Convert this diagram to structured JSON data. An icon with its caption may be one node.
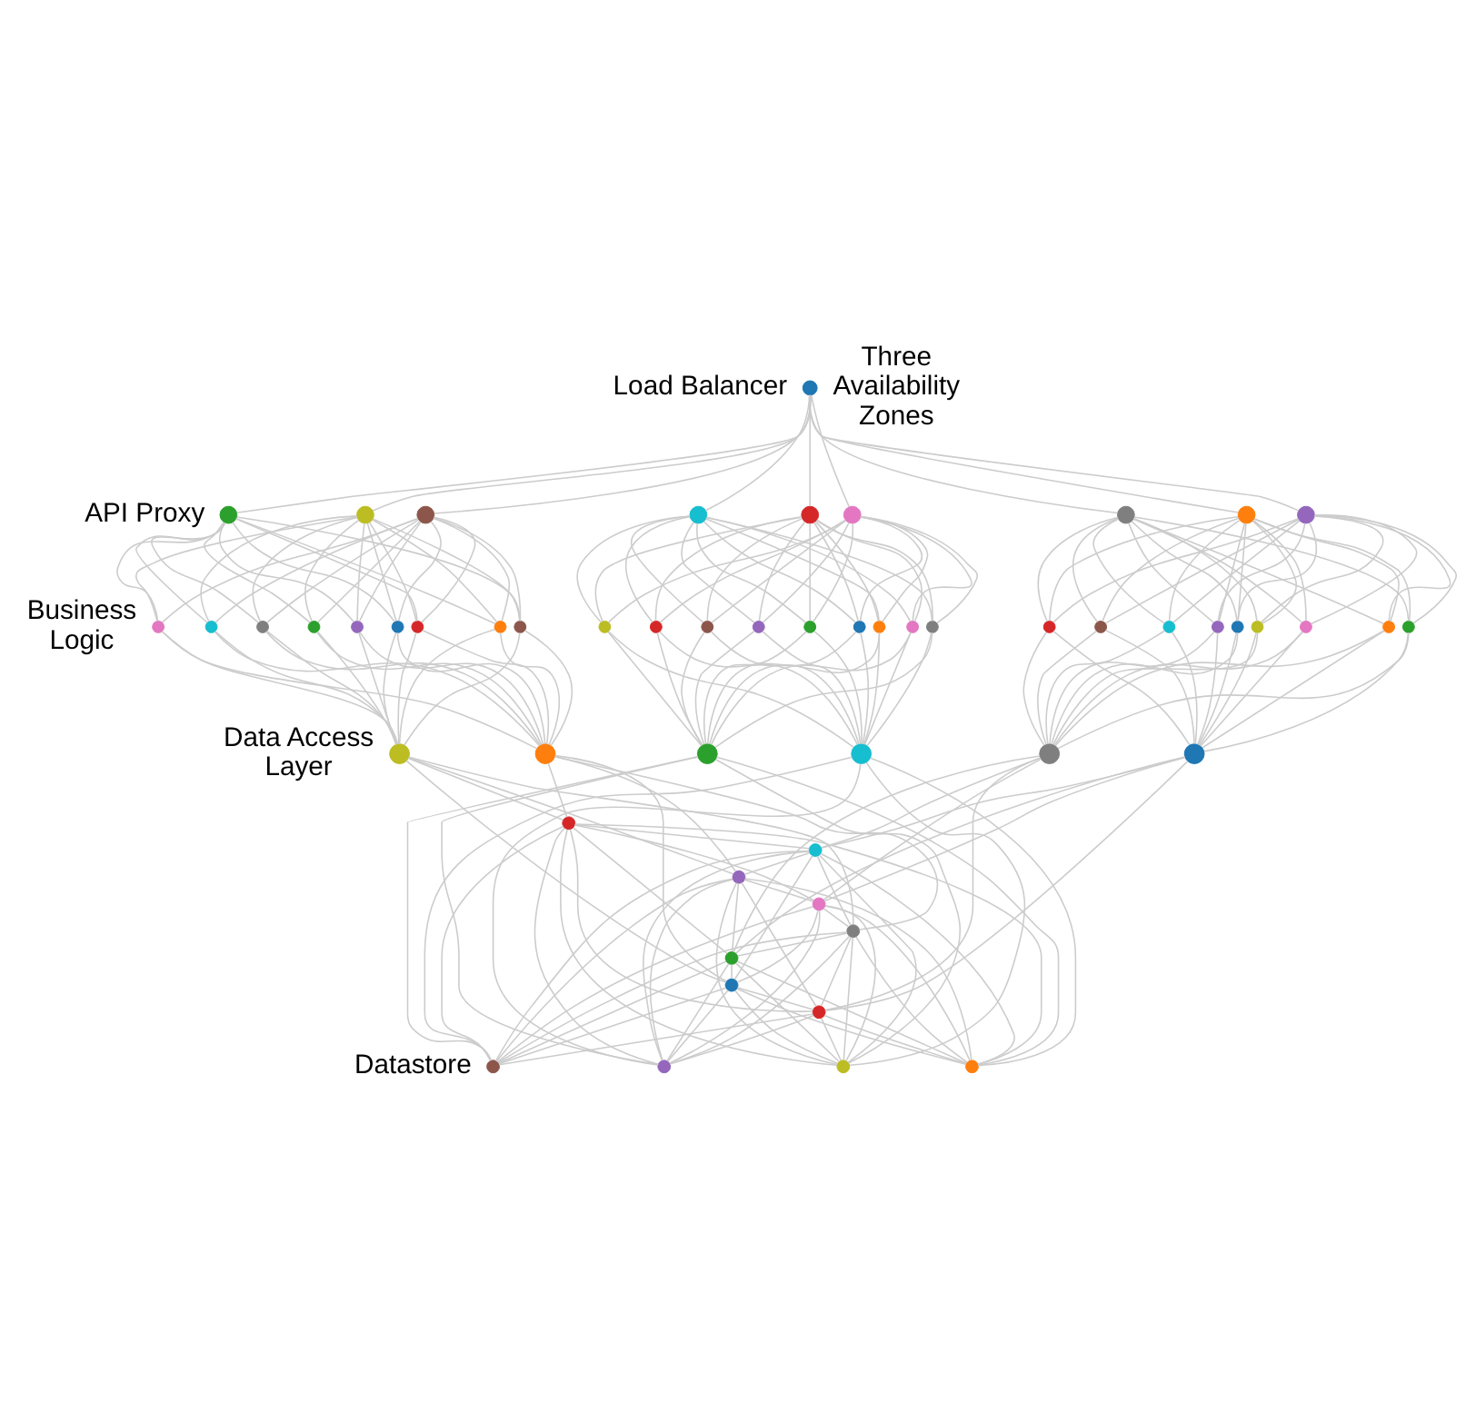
{
  "diagram": {
    "nodes": [
      {
        "text": [],
        "shape": "circle"
      },
      {
        "text": [],
        "shape": "circle"
      },
      {
        "text": [],
        "shape": "circle"
      },
      {
        "text": [],
        "shape": "circle"
      },
      {
        "text": [],
        "shape": "circle"
      },
      {
        "text": [],
        "shape": "circle"
      },
      {
        "text": [],
        "shape": "circle"
      },
      {
        "text": [],
        "shape": "circle"
      },
      {
        "text": [],
        "shape": "circle"
      },
      {
        "text": [],
        "shape": "circle"
      },
      {
        "text": [],
        "shape": "circle"
      },
      {
        "text": [],
        "shape": "circle"
      },
      {
        "text": [],
        "shape": "circle"
      },
      {
        "text": [],
        "shape": "circle"
      },
      {
        "text": [],
        "shape": "circle"
      },
      {
        "text": [],
        "shape": "circle"
      },
      {
        "text": [],
        "shape": "circle"
      },
      {
        "text": [],
        "shape": "circle"
      },
      {
        "text": [],
        "shape": "circle"
      },
      {
        "text": [],
        "shape": "circle"
      },
      {
        "text": [],
        "shape": "circle"
      },
      {
        "text": [],
        "shape": "circle"
      },
      {
        "text": [],
        "shape": "circle"
      },
      {
        "text": [],
        "shape": "circle"
      },
      {
        "text": [],
        "shape": "circle"
      },
      {
        "text": [],
        "shape": "circle"
      },
      {
        "text": [],
        "shape": "circle"
      },
      {
        "text": [],
        "shape": "circle"
      },
      {
        "text": [],
        "shape": "circle"
      },
      {
        "text": [],
        "shape": "circle"
      },
      {
        "text": [],
        "shape": "circle"
      },
      {
        "text": [],
        "shape": "circle"
      },
      {
        "text": [],
        "shape": "circle"
      },
      {
        "text": [],
        "shape": "circle"
      },
      {
        "text": [],
        "shape": "circle"
      },
      {
        "text": [],
        "shape": "circle"
      },
      {
        "text": [],
        "shape": "circle"
      },
      {
        "text": [],
        "shape": "circle"
      },
      {
        "text": [],
        "shape": "circle"
      },
      {
        "text": [],
        "shape": "circle"
      },
      {
        "text": [],
        "shape": "circle"
      },
      {
        "text": [],
        "shape": "circle"
      },
      {
        "text": [],
        "shape": "circle"
      },
      {
        "text": [],
        "shape": "circle"
      },
      {
        "text": [],
        "shape": "circle"
      },
      {
        "text": [],
        "shape": "circle"
      },
      {
        "text": [],
        "shape": "circle"
      },
      {
        "text": [],
        "shape": "circle"
      },
      {
        "text": [],
        "shape": "circle"
      },
      {
        "text": [],
        "shape": "circle"
      },
      {
        "text": [],
        "shape": "circle"
      },
      {
        "text": [],
        "shape": "circle"
      },
      {
        "text": [],
        "shape": "circle"
      },
      {
        "text": [],
        "shape": "circle"
      },
      {
        "text": [],
        "shape": "circle"
      }
    ],
    "edges": [
      {
        "from": 0,
        "to": 1,
        "arrow": "none"
      },
      {
        "from": 0,
        "to": 2,
        "arrow": "none"
      },
      {
        "from": 0,
        "to": 3,
        "arrow": "none"
      },
      {
        "from": 0,
        "to": 4,
        "arrow": "none"
      },
      {
        "from": 0,
        "to": 5,
        "arrow": "none"
      },
      {
        "from": 0,
        "to": 6,
        "arrow": "none"
      },
      {
        "from": 0,
        "to": 7,
        "arrow": "none"
      },
      {
        "from": 0,
        "to": 8,
        "arrow": "none"
      },
      {
        "from": 0,
        "to": 9,
        "arrow": "none"
      },
      {
        "from": 1,
        "to": 10,
        "arrow": "none"
      },
      {
        "from": 1,
        "to": 11,
        "arrow": "none"
      },
      {
        "from": 1,
        "to": 12,
        "arrow": "none"
      },
      {
        "from": 1,
        "to": 13,
        "arrow": "none"
      },
      {
        "from": 1,
        "to": 14,
        "arrow": "none"
      },
      {
        "from": 1,
        "to": 15,
        "arrow": "none"
      },
      {
        "from": 1,
        "to": 16,
        "arrow": "none"
      },
      {
        "from": 1,
        "to": 17,
        "arrow": "none"
      },
      {
        "from": 1,
        "to": 18,
        "arrow": "none"
      },
      {
        "from": 2,
        "to": 10,
        "arrow": "none"
      },
      {
        "from": 2,
        "to": 11,
        "arrow": "none"
      },
      {
        "from": 2,
        "to": 12,
        "arrow": "none"
      },
      {
        "from": 2,
        "to": 13,
        "arrow": "none"
      },
      {
        "from": 2,
        "to": 14,
        "arrow": "none"
      },
      {
        "from": 2,
        "to": 15,
        "arrow": "none"
      },
      {
        "from": 2,
        "to": 16,
        "arrow": "none"
      },
      {
        "from": 2,
        "to": 17,
        "arrow": "none"
      },
      {
        "from": 2,
        "to": 18,
        "arrow": "none"
      },
      {
        "from": 3,
        "to": 10,
        "arrow": "none"
      },
      {
        "from": 3,
        "to": 11,
        "arrow": "none"
      },
      {
        "from": 3,
        "to": 12,
        "arrow": "none"
      },
      {
        "from": 3,
        "to": 13,
        "arrow": "none"
      },
      {
        "from": 3,
        "to": 14,
        "arrow": "none"
      },
      {
        "from": 3,
        "to": 15,
        "arrow": "none"
      },
      {
        "from": 3,
        "to": 16,
        "arrow": "none"
      },
      {
        "from": 3,
        "to": 17,
        "arrow": "none"
      },
      {
        "from": 3,
        "to": 18,
        "arrow": "none"
      },
      {
        "from": 4,
        "to": 19,
        "arrow": "none"
      },
      {
        "from": 4,
        "to": 20,
        "arrow": "none"
      },
      {
        "from": 4,
        "to": 21,
        "arrow": "none"
      },
      {
        "from": 4,
        "to": 22,
        "arrow": "none"
      },
      {
        "from": 4,
        "to": 23,
        "arrow": "none"
      },
      {
        "from": 4,
        "to": 24,
        "arrow": "none"
      },
      {
        "from": 4,
        "to": 25,
        "arrow": "none"
      },
      {
        "from": 4,
        "to": 26,
        "arrow": "none"
      },
      {
        "from": 4,
        "to": 27,
        "arrow": "none"
      },
      {
        "from": 5,
        "to": 19,
        "arrow": "none"
      },
      {
        "from": 5,
        "to": 20,
        "arrow": "none"
      },
      {
        "from": 5,
        "to": 21,
        "arrow": "none"
      },
      {
        "from": 5,
        "to": 22,
        "arrow": "none"
      },
      {
        "from": 5,
        "to": 23,
        "arrow": "none"
      },
      {
        "from": 5,
        "to": 24,
        "arrow": "none"
      },
      {
        "from": 5,
        "to": 25,
        "arrow": "none"
      },
      {
        "from": 5,
        "to": 26,
        "arrow": "none"
      },
      {
        "from": 5,
        "to": 27,
        "arrow": "none"
      },
      {
        "from": 6,
        "to": 19,
        "arrow": "none"
      },
      {
        "from": 6,
        "to": 20,
        "arrow": "none"
      },
      {
        "from": 6,
        "to": 21,
        "arrow": "none"
      },
      {
        "from": 6,
        "to": 22,
        "arrow": "none"
      },
      {
        "from": 6,
        "to": 23,
        "arrow": "none"
      },
      {
        "from": 6,
        "to": 24,
        "arrow": "none"
      },
      {
        "from": 6,
        "to": 25,
        "arrow": "none"
      },
      {
        "from": 6,
        "to": 26,
        "arrow": "none"
      },
      {
        "from": 6,
        "to": 27,
        "arrow": "none"
      },
      {
        "from": 7,
        "to": 28,
        "arrow": "none"
      },
      {
        "from": 7,
        "to": 29,
        "arrow": "none"
      },
      {
        "from": 7,
        "to": 30,
        "arrow": "none"
      },
      {
        "from": 7,
        "to": 31,
        "arrow": "none"
      },
      {
        "from": 7,
        "to": 32,
        "arrow": "none"
      },
      {
        "from": 7,
        "to": 33,
        "arrow": "none"
      },
      {
        "from": 7,
        "to": 34,
        "arrow": "none"
      },
      {
        "from": 7,
        "to": 35,
        "arrow": "none"
      },
      {
        "from": 7,
        "to": 36,
        "arrow": "none"
      },
      {
        "from": 8,
        "to": 28,
        "arrow": "none"
      },
      {
        "from": 8,
        "to": 29,
        "arrow": "none"
      },
      {
        "from": 8,
        "to": 30,
        "arrow": "none"
      },
      {
        "from": 8,
        "to": 31,
        "arrow": "none"
      },
      {
        "from": 8,
        "to": 32,
        "arrow": "none"
      },
      {
        "from": 8,
        "to": 33,
        "arrow": "none"
      },
      {
        "from": 8,
        "to": 34,
        "arrow": "none"
      },
      {
        "from": 8,
        "to": 35,
        "arrow": "none"
      },
      {
        "from": 8,
        "to": 36,
        "arrow": "none"
      },
      {
        "from": 9,
        "to": 28,
        "arrow": "none"
      },
      {
        "from": 9,
        "to": 29,
        "arrow": "none"
      },
      {
        "from": 9,
        "to": 30,
        "arrow": "none"
      },
      {
        "from": 9,
        "to": 31,
        "arrow": "none"
      },
      {
        "from": 9,
        "to": 32,
        "arrow": "none"
      },
      {
        "from": 9,
        "to": 33,
        "arrow": "none"
      },
      {
        "from": 9,
        "to": 34,
        "arrow": "none"
      },
      {
        "from": 9,
        "to": 35,
        "arrow": "none"
      },
      {
        "from": 9,
        "to": 36,
        "arrow": "none"
      },
      {
        "from": 10,
        "to": 37,
        "arrow": "none"
      },
      {
        "from": 11,
        "to": 37,
        "arrow": "none"
      },
      {
        "from": 12,
        "to": 37,
        "arrow": "none"
      },
      {
        "from": 13,
        "to": 37,
        "arrow": "none"
      },
      {
        "from": 14,
        "to": 37,
        "arrow": "none"
      },
      {
        "from": 15,
        "to": 37,
        "arrow": "none"
      },
      {
        "from": 16,
        "to": 37,
        "arrow": "none"
      },
      {
        "from": 17,
        "to": 37,
        "arrow": "none"
      },
      {
        "from": 18,
        "to": 37,
        "arrow": "none"
      },
      {
        "from": 10,
        "to": 38,
        "arrow": "none"
      },
      {
        "from": 11,
        "to": 38,
        "arrow": "none"
      },
      {
        "from": 12,
        "to": 38,
        "arrow": "none"
      },
      {
        "from": 13,
        "to": 38,
        "arrow": "none"
      },
      {
        "from": 14,
        "to": 38,
        "arrow": "none"
      },
      {
        "from": 15,
        "to": 38,
        "arrow": "none"
      },
      {
        "from": 16,
        "to": 38,
        "arrow": "none"
      },
      {
        "from": 17,
        "to": 38,
        "arrow": "none"
      },
      {
        "from": 18,
        "to": 38,
        "arrow": "none"
      },
      {
        "from": 19,
        "to": 39,
        "arrow": "none"
      },
      {
        "from": 20,
        "to": 39,
        "arrow": "none"
      },
      {
        "from": 21,
        "to": 39,
        "arrow": "none"
      },
      {
        "from": 22,
        "to": 39,
        "arrow": "none"
      },
      {
        "from": 23,
        "to": 39,
        "arrow": "none"
      },
      {
        "from": 24,
        "to": 39,
        "arrow": "none"
      },
      {
        "from": 25,
        "to": 39,
        "arrow": "none"
      },
      {
        "from": 26,
        "to": 39,
        "arrow": "none"
      },
      {
        "from": 27,
        "to": 39,
        "arrow": "none"
      },
      {
        "from": 19,
        "to": 40,
        "arrow": "none"
      },
      {
        "from": 20,
        "to": 40,
        "arrow": "none"
      },
      {
        "from": 21,
        "to": 40,
        "arrow": "none"
      },
      {
        "from": 22,
        "to": 40,
        "arrow": "none"
      },
      {
        "from": 23,
        "to": 40,
        "arrow": "none"
      },
      {
        "from": 24,
        "to": 40,
        "arrow": "none"
      },
      {
        "from": 25,
        "to": 40,
        "arrow": "none"
      },
      {
        "from": 26,
        "to": 40,
        "arrow": "none"
      },
      {
        "from": 27,
        "to": 40,
        "arrow": "none"
      },
      {
        "from": 28,
        "to": 41,
        "arrow": "none"
      },
      {
        "from": 29,
        "to": 41,
        "arrow": "none"
      },
      {
        "from": 30,
        "to": 41,
        "arrow": "none"
      },
      {
        "from": 31,
        "to": 41,
        "arrow": "none"
      },
      {
        "from": 32,
        "to": 41,
        "arrow": "none"
      },
      {
        "from": 33,
        "to": 41,
        "arrow": "none"
      },
      {
        "from": 34,
        "to": 41,
        "arrow": "none"
      },
      {
        "from": 35,
        "to": 41,
        "arrow": "none"
      },
      {
        "from": 36,
        "to": 41,
        "arrow": "none"
      },
      {
        "from": 28,
        "to": 42,
        "arrow": "none"
      },
      {
        "from": 29,
        "to": 42,
        "arrow": "none"
      },
      {
        "from": 30,
        "to": 42,
        "arrow": "none"
      },
      {
        "from": 31,
        "to": 42,
        "arrow": "none"
      },
      {
        "from": 32,
        "to": 42,
        "arrow": "none"
      },
      {
        "from": 33,
        "to": 42,
        "arrow": "none"
      },
      {
        "from": 34,
        "to": 42,
        "arrow": "none"
      },
      {
        "from": 35,
        "to": 42,
        "arrow": "none"
      },
      {
        "from": 36,
        "to": 42,
        "arrow": "none"
      },
      {
        "from": 37,
        "to": 43,
        "arrow": "none"
      },
      {
        "from": 37,
        "to": 44,
        "arrow": "none"
      },
      {
        "from": 37,
        "to": 45,
        "arrow": "none"
      },
      {
        "from": 37,
        "to": 46,
        "arrow": "none"
      },
      {
        "from": 38,
        "to": 43,
        "arrow": "none"
      },
      {
        "from": 38,
        "to": 44,
        "arrow": "none"
      },
      {
        "from": 38,
        "to": 45,
        "arrow": "none"
      },
      {
        "from": 38,
        "to": 46,
        "arrow": "none"
      },
      {
        "from": 39,
        "to": 51,
        "arrow": "none"
      },
      {
        "from": 39,
        "to": 52,
        "arrow": "none"
      },
      {
        "from": 39,
        "to": 53,
        "arrow": "none"
      },
      {
        "from": 39,
        "to": 54,
        "arrow": "none"
      },
      {
        "from": 40,
        "to": 51,
        "arrow": "none"
      },
      {
        "from": 40,
        "to": 52,
        "arrow": "none"
      },
      {
        "from": 40,
        "to": 53,
        "arrow": "none"
      },
      {
        "from": 40,
        "to": 54,
        "arrow": "none"
      },
      {
        "from": 41,
        "to": 47,
        "arrow": "none"
      },
      {
        "from": 41,
        "to": 48,
        "arrow": "none"
      },
      {
        "from": 41,
        "to": 49,
        "arrow": "none"
      },
      {
        "from": 41,
        "to": 50,
        "arrow": "none"
      },
      {
        "from": 42,
        "to": 47,
        "arrow": "none"
      },
      {
        "from": 42,
        "to": 48,
        "arrow": "none"
      },
      {
        "from": 42,
        "to": 49,
        "arrow": "none"
      },
      {
        "from": 42,
        "to": 50,
        "arrow": "none"
      },
      {
        "from": 43,
        "to": 47,
        "arrow": "none"
      },
      {
        "from": 43,
        "to": 48,
        "arrow": "none"
      },
      {
        "from": 43,
        "to": 49,
        "arrow": "none"
      },
      {
        "from": 43,
        "to": 50,
        "arrow": "none"
      },
      {
        "from": 44,
        "to": 47,
        "arrow": "none"
      },
      {
        "from": 44,
        "to": 48,
        "arrow": "none"
      },
      {
        "from": 44,
        "to": 49,
        "arrow": "none"
      },
      {
        "from": 44,
        "to": 50,
        "arrow": "none"
      },
      {
        "from": 45,
        "to": 47,
        "arrow": "none"
      },
      {
        "from": 45,
        "to": 48,
        "arrow": "none"
      },
      {
        "from": 45,
        "to": 49,
        "arrow": "none"
      },
      {
        "from": 45,
        "to": 50,
        "arrow": "none"
      },
      {
        "from": 46,
        "to": 47,
        "arrow": "none"
      },
      {
        "from": 46,
        "to": 48,
        "arrow": "none"
      },
      {
        "from": 46,
        "to": 49,
        "arrow": "none"
      },
      {
        "from": 46,
        "to": 50,
        "arrow": "none"
      },
      {
        "from": 43,
        "to": 51,
        "arrow": "none"
      },
      {
        "from": 43,
        "to": 52,
        "arrow": "none"
      },
      {
        "from": 43,
        "to": 53,
        "arrow": "none"
      },
      {
        "from": 43,
        "to": 54,
        "arrow": "none"
      },
      {
        "from": 44,
        "to": 51,
        "arrow": "none"
      },
      {
        "from": 44,
        "to": 52,
        "arrow": "none"
      },
      {
        "from": 44,
        "to": 53,
        "arrow": "none"
      },
      {
        "from": 44,
        "to": 54,
        "arrow": "none"
      },
      {
        "from": 45,
        "to": 51,
        "arrow": "none"
      },
      {
        "from": 45,
        "to": 52,
        "arrow": "none"
      },
      {
        "from": 45,
        "to": 53,
        "arrow": "none"
      },
      {
        "from": 45,
        "to": 54,
        "arrow": "none"
      },
      {
        "from": 46,
        "to": 51,
        "arrow": "none"
      },
      {
        "from": 46,
        "to": 52,
        "arrow": "none"
      },
      {
        "from": 46,
        "to": 53,
        "arrow": "none"
      },
      {
        "from": 46,
        "to": 54,
        "arrow": "none"
      },
      {
        "from": 47,
        "to": 51,
        "arrow": "none"
      },
      {
        "from": 47,
        "to": 52,
        "arrow": "none"
      },
      {
        "from": 47,
        "to": 53,
        "arrow": "none"
      },
      {
        "from": 47,
        "to": 54,
        "arrow": "none"
      },
      {
        "from": 48,
        "to": 51,
        "arrow": "none"
      },
      {
        "from": 48,
        "to": 52,
        "arrow": "none"
      },
      {
        "from": 48,
        "to": 53,
        "arrow": "none"
      },
      {
        "from": 48,
        "to": 54,
        "arrow": "none"
      },
      {
        "from": 49,
        "to": 51,
        "arrow": "none"
      },
      {
        "from": 49,
        "to": 52,
        "arrow": "none"
      },
      {
        "from": 49,
        "to": 53,
        "arrow": "none"
      },
      {
        "from": 49,
        "to": 54,
        "arrow": "none"
      },
      {
        "from": 50,
        "to": 51,
        "arrow": "none"
      },
      {
        "from": 50,
        "to": 52,
        "arrow": "none"
      },
      {
        "from": 50,
        "to": 53,
        "arrow": "none"
      },
      {
        "from": 50,
        "to": 54,
        "arrow": "none"
      }
    ],
    "labels": [
      "Load Balancer",
      "Three Availability Zones",
      "API Proxy",
      "Business Logic",
      "Data Access Layer",
      "Datastore"
    ]
  }
}
